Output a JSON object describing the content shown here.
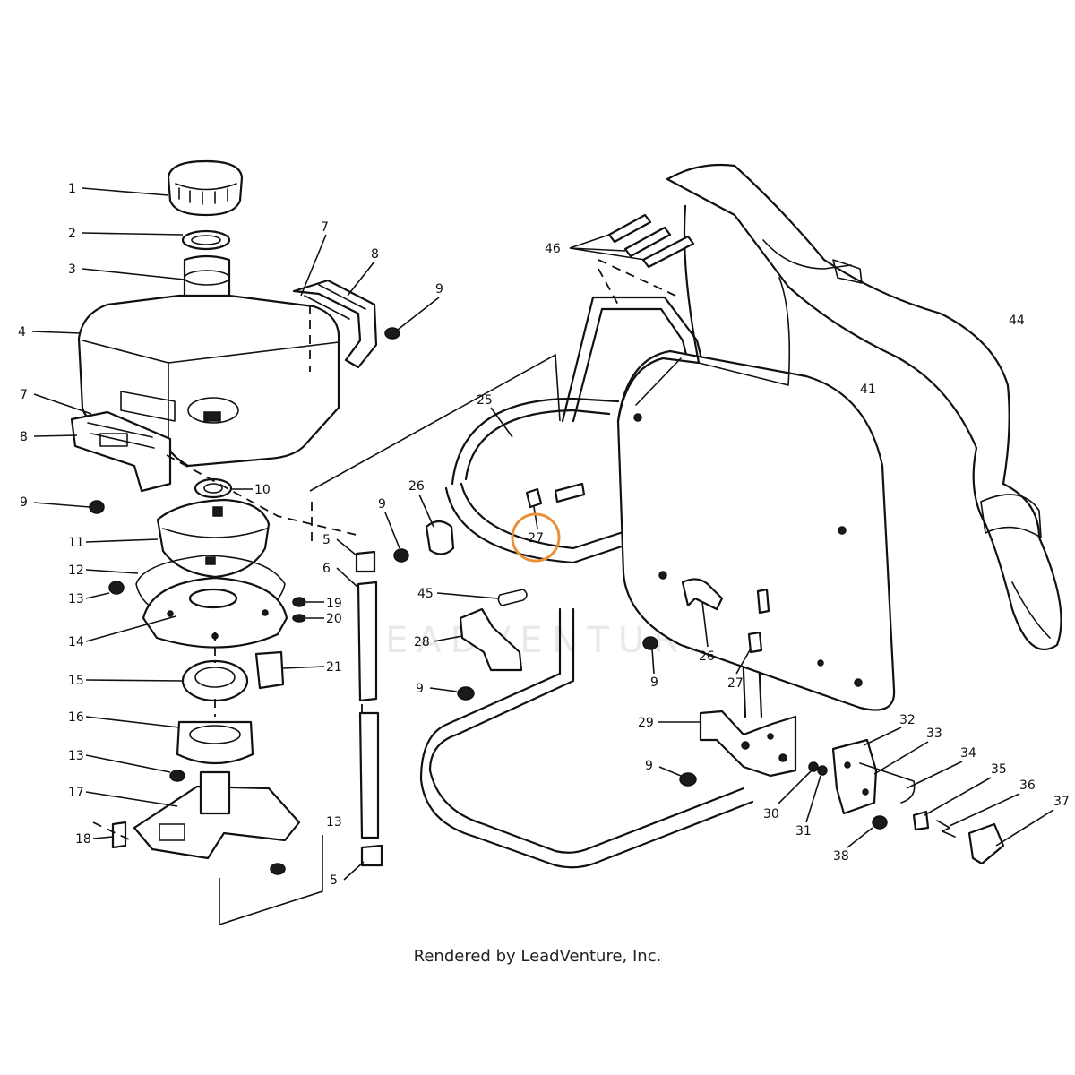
{
  "callouts": [
    "1",
    "2",
    "3",
    "4",
    "7",
    "8",
    "9",
    "7",
    "8",
    "9",
    "10",
    "11",
    "12",
    "13",
    "14",
    "15",
    "16",
    "13",
    "17",
    "18",
    "13",
    "19",
    "20",
    "21",
    "5",
    "6",
    "5",
    "25",
    "26",
    "9",
    "45",
    "28",
    "9",
    "27",
    "46",
    "44",
    "41",
    "9",
    "26",
    "27",
    "29",
    "9",
    "32",
    "33",
    "34",
    "35",
    "36",
    "37",
    "30",
    "31",
    "38"
  ],
  "highlighted_callout": "27",
  "watermark": "LEADVENTURE",
  "credit": "Rendered by LeadVenture, Inc.",
  "colors": {
    "highlight": "#e8913a",
    "ink": "#111111",
    "background": "#ffffff"
  }
}
